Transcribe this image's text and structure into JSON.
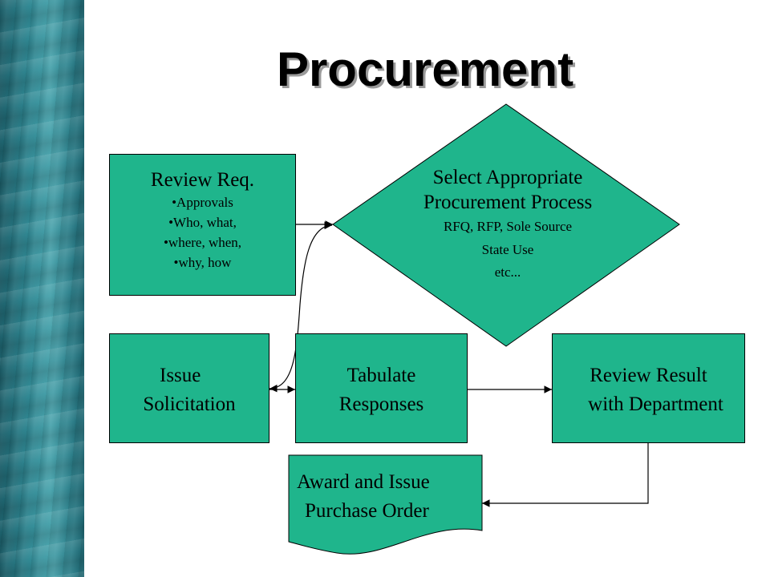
{
  "slide": {
    "title": "Procurement"
  },
  "review_req": {
    "title": "Review Req.",
    "bullets": [
      "•Approvals",
      "•Who, what,",
      "•where, when,",
      "•why, how"
    ]
  },
  "select_process": {
    "line1": "Select Appropriate",
    "line2": "Procurement Process",
    "line3": "RFQ, RFP, Sole Source",
    "line4": "State Use",
    "line5": "etc..."
  },
  "issue_solicitation": {
    "line1": "Issue",
    "line2": "Solicitation"
  },
  "tabulate_responses": {
    "line1": "Tabulate",
    "line2": "Responses"
  },
  "review_result": {
    "line1": "Review Result",
    "line2": "with Department"
  },
  "award_issue": {
    "line1": "Award and Issue",
    "line2": "Purchase Order"
  },
  "colors": {
    "box_fill": "#1fb58c",
    "sidebar": "#2f8893"
  }
}
